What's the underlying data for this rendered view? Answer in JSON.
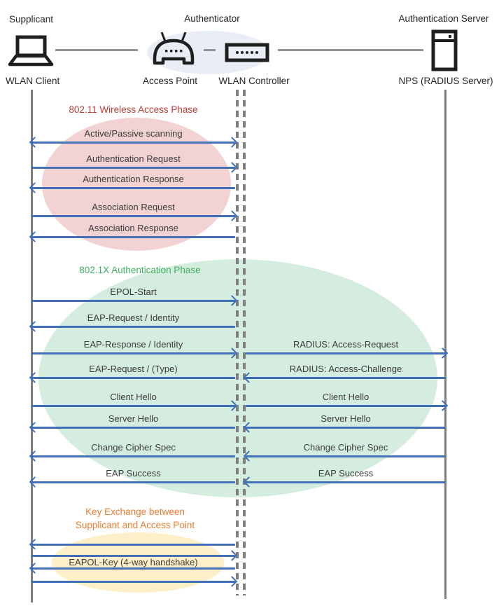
{
  "actors": {
    "roles": [
      {
        "label": "Supplicant"
      },
      {
        "label": "Authenticator"
      },
      {
        "label": "Authentication Server"
      }
    ],
    "devices": [
      {
        "label": "WLAN Client",
        "icon": "laptop-icon"
      },
      {
        "label": "Access Point",
        "icon": "access-point-icon"
      },
      {
        "label": "WLAN Controller",
        "icon": "wlan-controller-icon"
      },
      {
        "label": "NPS (RADIUS Server)",
        "icon": "server-icon"
      }
    ]
  },
  "phases": [
    {
      "title": "802.11 Wireless Access Phase",
      "color": "#BE3C37",
      "fill": "#F2D2D3",
      "messages": [
        {
          "label": "Active/Passive scanning",
          "direction": "both",
          "from": "WLAN Client",
          "to": "WLAN Controller"
        },
        {
          "label": "Authentication Request",
          "direction": "right",
          "from": "WLAN Client",
          "to": "WLAN Controller"
        },
        {
          "label": "Authentication Response",
          "direction": "left",
          "from": "WLAN Controller",
          "to": "WLAN Client"
        },
        {
          "label": "Association Request",
          "direction": "right",
          "from": "WLAN Client",
          "to": "WLAN Controller"
        },
        {
          "label": "Association Response",
          "direction": "left",
          "from": "WLAN Controller",
          "to": "WLAN Client"
        }
      ]
    },
    {
      "title": "802.1X Authentication Phase",
      "color": "#3FAE60",
      "fill": "#D5EDDE",
      "messages": [
        {
          "label": "EPOL-Start",
          "direction": "right",
          "segment": "left"
        },
        {
          "label": "EAP-Request / Identity",
          "direction": "left",
          "segment": "left"
        },
        {
          "label": "EAP-Response / Identity",
          "direction": "right",
          "segment": "left"
        },
        {
          "label": "RADIUS: Access-Request",
          "direction": "right",
          "segment": "right"
        },
        {
          "label": "EAP-Request / (Type)",
          "direction": "left",
          "segment": "left"
        },
        {
          "label": "RADIUS: Access-Challenge",
          "direction": "left",
          "segment": "right"
        },
        {
          "label": "Client Hello",
          "direction": "right",
          "segment": "left"
        },
        {
          "label": "Client Hello",
          "direction": "right",
          "segment": "right"
        },
        {
          "label": "Server Hello",
          "direction": "left",
          "segment": "left"
        },
        {
          "label": "Server Hello",
          "direction": "left",
          "segment": "right"
        },
        {
          "label": "Change Cipher Spec",
          "direction": "left",
          "segment": "left"
        },
        {
          "label": "Change Cipher Spec",
          "direction": "left",
          "segment": "right"
        },
        {
          "label": "EAP Success",
          "direction": "left",
          "segment": "left"
        },
        {
          "label": "EAP Success",
          "direction": "left",
          "segment": "right"
        }
      ]
    },
    {
      "title_line1": "Key Exchange between",
      "title_line2": "Supplicant and Access Point",
      "color": "#ED7D31",
      "fill": "#FDEFC7",
      "messages": [
        {
          "label": "EAPOL-Key (4-way handshake)",
          "direction": "four-way",
          "segment": "left"
        }
      ]
    }
  ],
  "colors": {
    "arrow": "#4170B8",
    "lifeline": "#7F7F7F",
    "red": "#BE3C37",
    "green": "#3FAE60",
    "orange": "#ED7D31",
    "fill-pink": "#F2D2D3",
    "fill-green": "#D5EDDE",
    "fill-yellow": "#FDEFC7",
    "fill-blue": "#E9EDF6"
  }
}
